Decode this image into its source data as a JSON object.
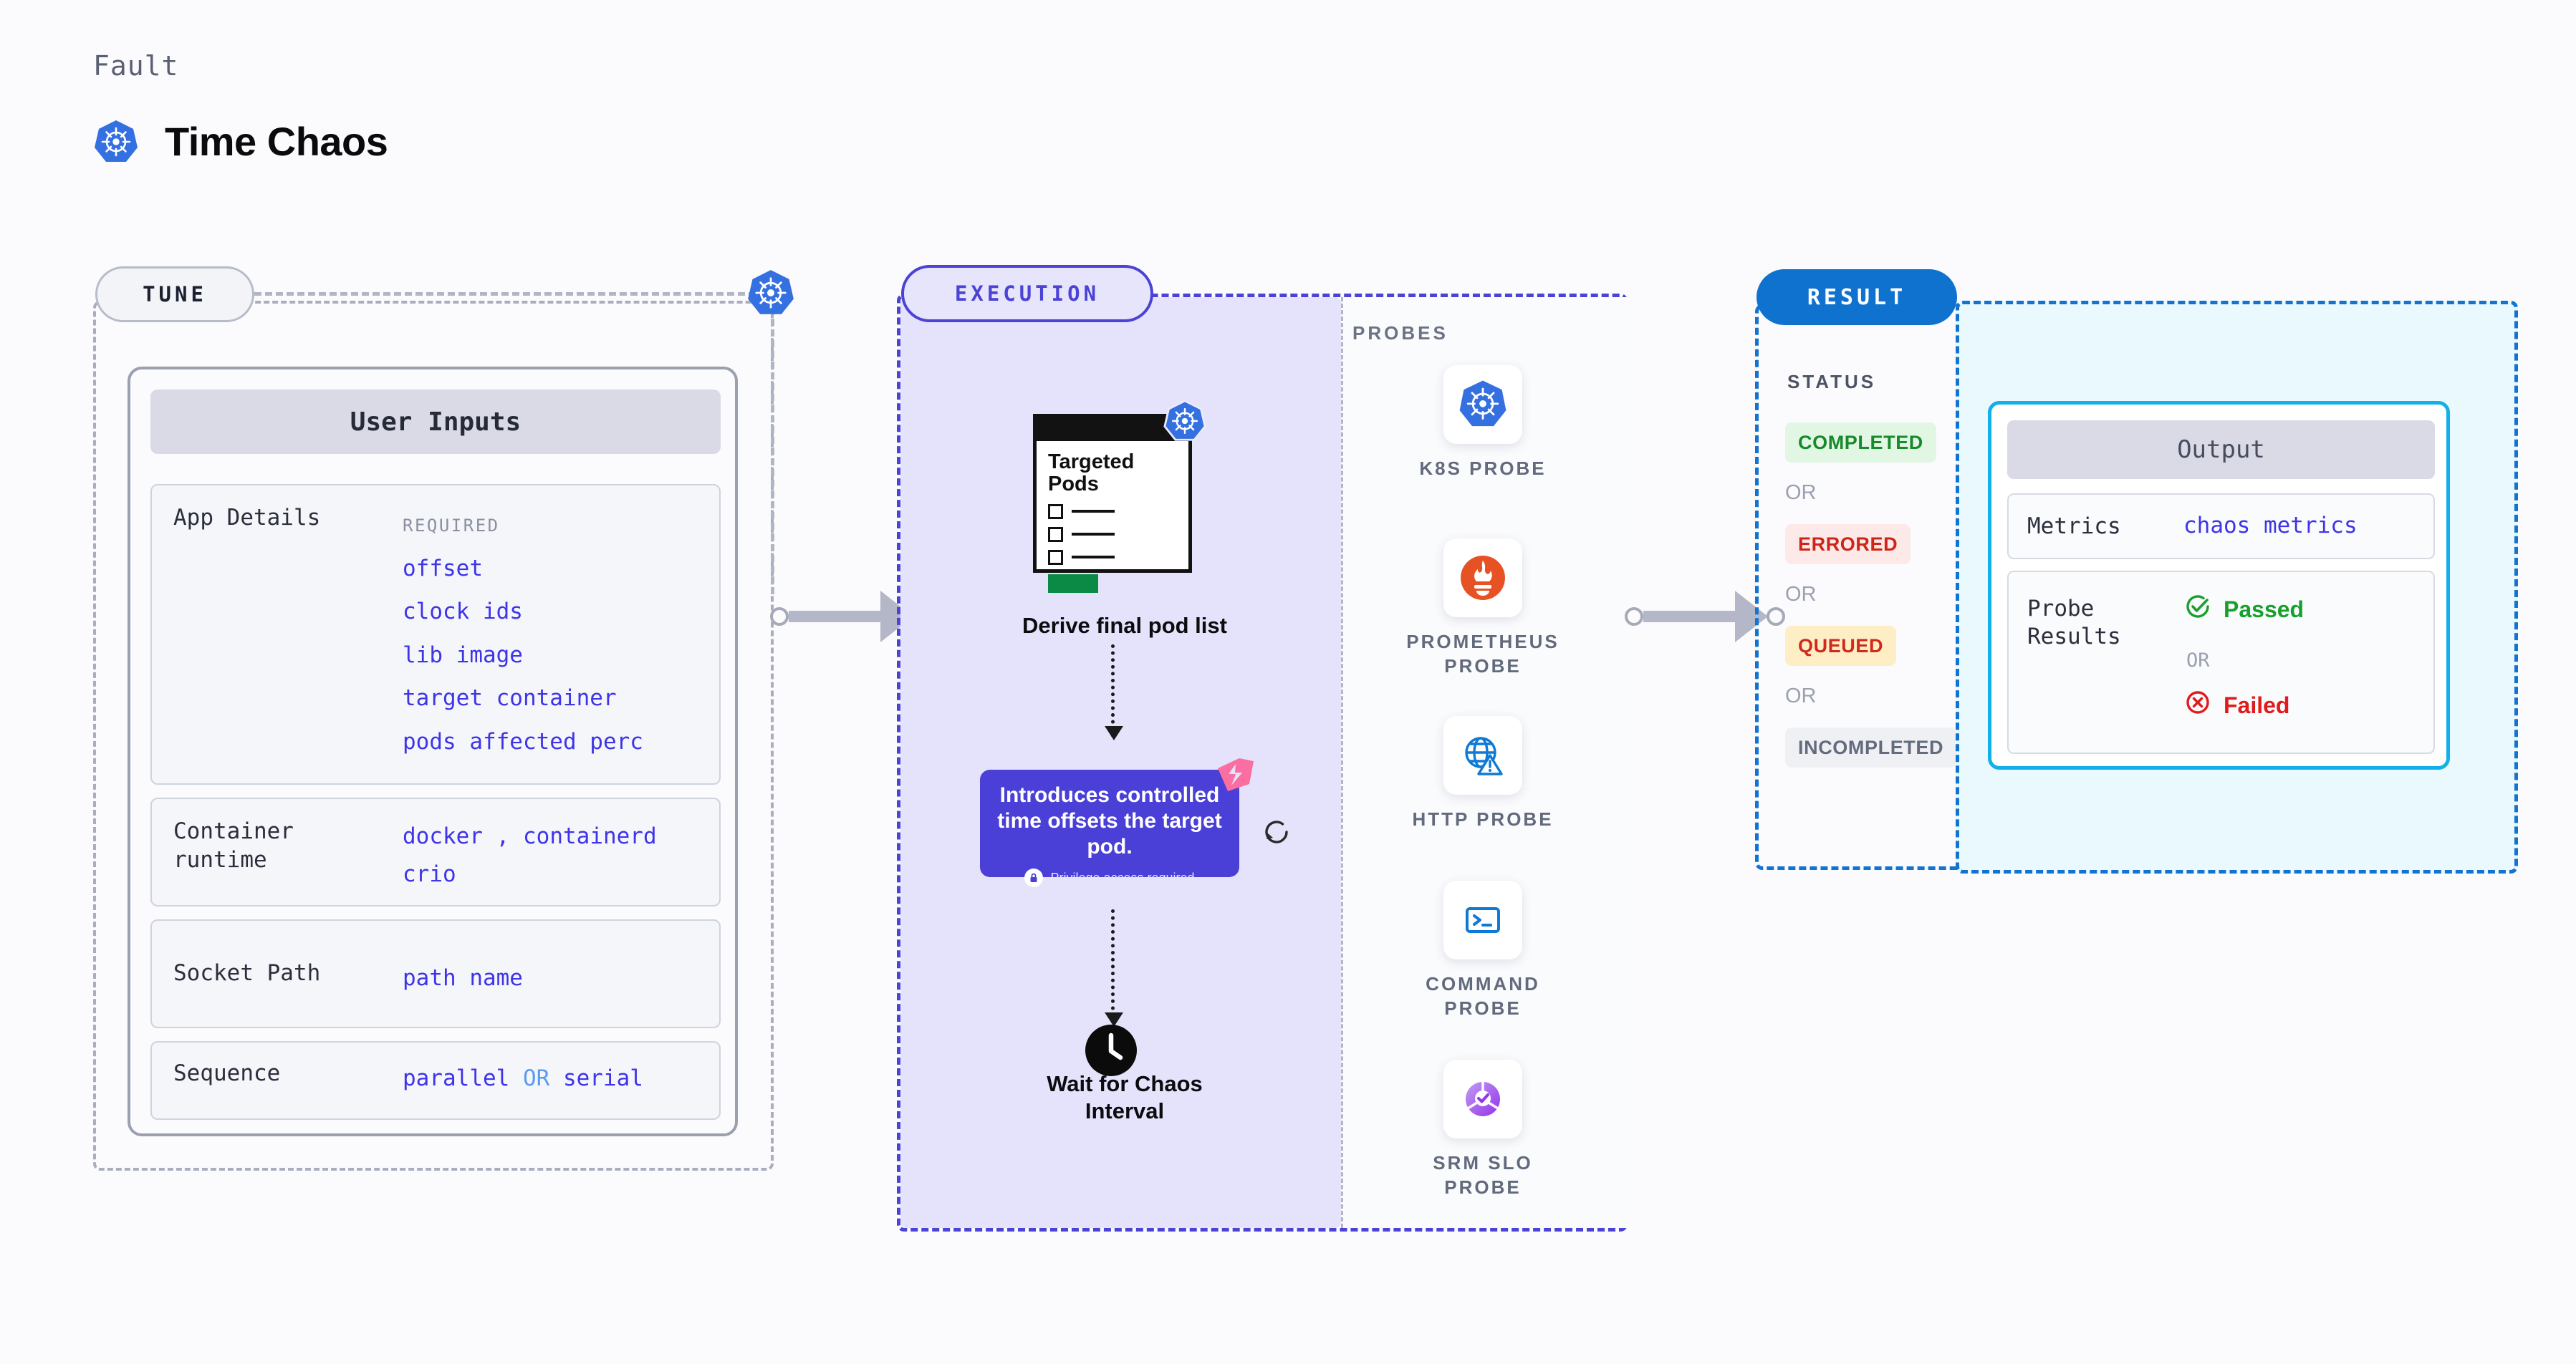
{
  "header": {
    "eyebrow": "Fault",
    "title": "Time Chaos",
    "icon": "kubernetes-icon"
  },
  "regions": {
    "tune": {
      "label": "TUNE"
    },
    "execution": {
      "label": "EXECUTION"
    },
    "result": {
      "label": "RESULT"
    },
    "probes": {
      "label": "PROBES"
    },
    "status": {
      "label": "STATUS"
    }
  },
  "user_inputs": {
    "header": "User Inputs",
    "rows": [
      {
        "label": "App Details",
        "required_caption": "REQUIRED",
        "values": [
          "offset",
          "clock ids",
          "lib image",
          "target container",
          "pods affected perc"
        ]
      },
      {
        "label": "Container\nruntime",
        "values": [
          "docker",
          ",",
          "containerd",
          "crio"
        ]
      },
      {
        "label": "Socket Path",
        "values": [
          "path name"
        ]
      },
      {
        "label": "Sequence",
        "values": [
          "parallel",
          "OR",
          "serial"
        ]
      }
    ],
    "runtime_line1_a": "docker",
    "runtime_comma": ",",
    "runtime_line1_b": "containerd",
    "runtime_line2": "crio",
    "socket_value": "path name",
    "seq_a": "parallel",
    "seq_or": "OR",
    "seq_b": "serial"
  },
  "execution": {
    "pods_card": {
      "title": "Targeted\nPods",
      "title_line1": "Targeted",
      "title_line2": "Pods",
      "badge_icon": "kubernetes-icon"
    },
    "derive_label": "Derive final pod list",
    "tooltip": {
      "text": "Introduces controlled time offsets the target pod.",
      "privilege_note": "Privilege access required",
      "lock_icon": "lock-icon",
      "flag_icon": "pink-flag-icon",
      "accent": "#4a3fd6"
    },
    "refresh_icon": "refresh-icon",
    "wait_label_line1": "Wait for Chaos",
    "wait_label_line2": "Interval",
    "wait_icon": "clock-icon"
  },
  "probes": [
    {
      "name": "K8S PROBE",
      "icon": "kubernetes-icon",
      "label_line1": "K8S  PROBE",
      "label_line2": ""
    },
    {
      "name": "PROMETHEUS PROBE",
      "icon": "prometheus-icon",
      "label_line1": "PROMETHEUS",
      "label_line2": "PROBE"
    },
    {
      "name": "HTTP PROBE",
      "icon": "globe-warning-icon",
      "label_line1": "HTTP  PROBE",
      "label_line2": ""
    },
    {
      "name": "COMMAND PROBE",
      "icon": "terminal-icon",
      "label_line1": "COMMAND",
      "label_line2": "PROBE"
    },
    {
      "name": "SRM SLO PROBE",
      "icon": "srm-slo-icon",
      "label_line1": "SRM  SLO",
      "label_line2": "PROBE"
    }
  ],
  "status": {
    "or_label": "OR",
    "badges": [
      {
        "text": "COMPLETED",
        "bg": "#e2f6e4",
        "fg": "#18892c"
      },
      {
        "text": "ERRORED",
        "bg": "#fde9e7",
        "fg": "#cf2418"
      },
      {
        "text": "QUEUED",
        "bg": "#fdeec6",
        "fg": "#d02a1b"
      },
      {
        "text": "INCOMPLETED",
        "bg": "#eef0f4",
        "fg": "#636b7d"
      }
    ]
  },
  "output": {
    "header": "Output",
    "metrics_label": "Metrics",
    "metrics_value": "chaos metrics",
    "probe_results_label": "Probe\nResults",
    "probe_results_label_l1": "Probe",
    "probe_results_label_l2": "Results",
    "passed": "Passed",
    "or_label": "OR",
    "failed": "Failed",
    "passed_icon": "check-circle-icon",
    "failed_icon": "x-circle-icon"
  },
  "colors": {
    "kubernetes_blue": "#3470e0",
    "execution_purple": "#4b42d6",
    "result_blue": "#0f72cf",
    "output_cyan": "#12b0e8",
    "value_indigo": "#3e34e8"
  }
}
